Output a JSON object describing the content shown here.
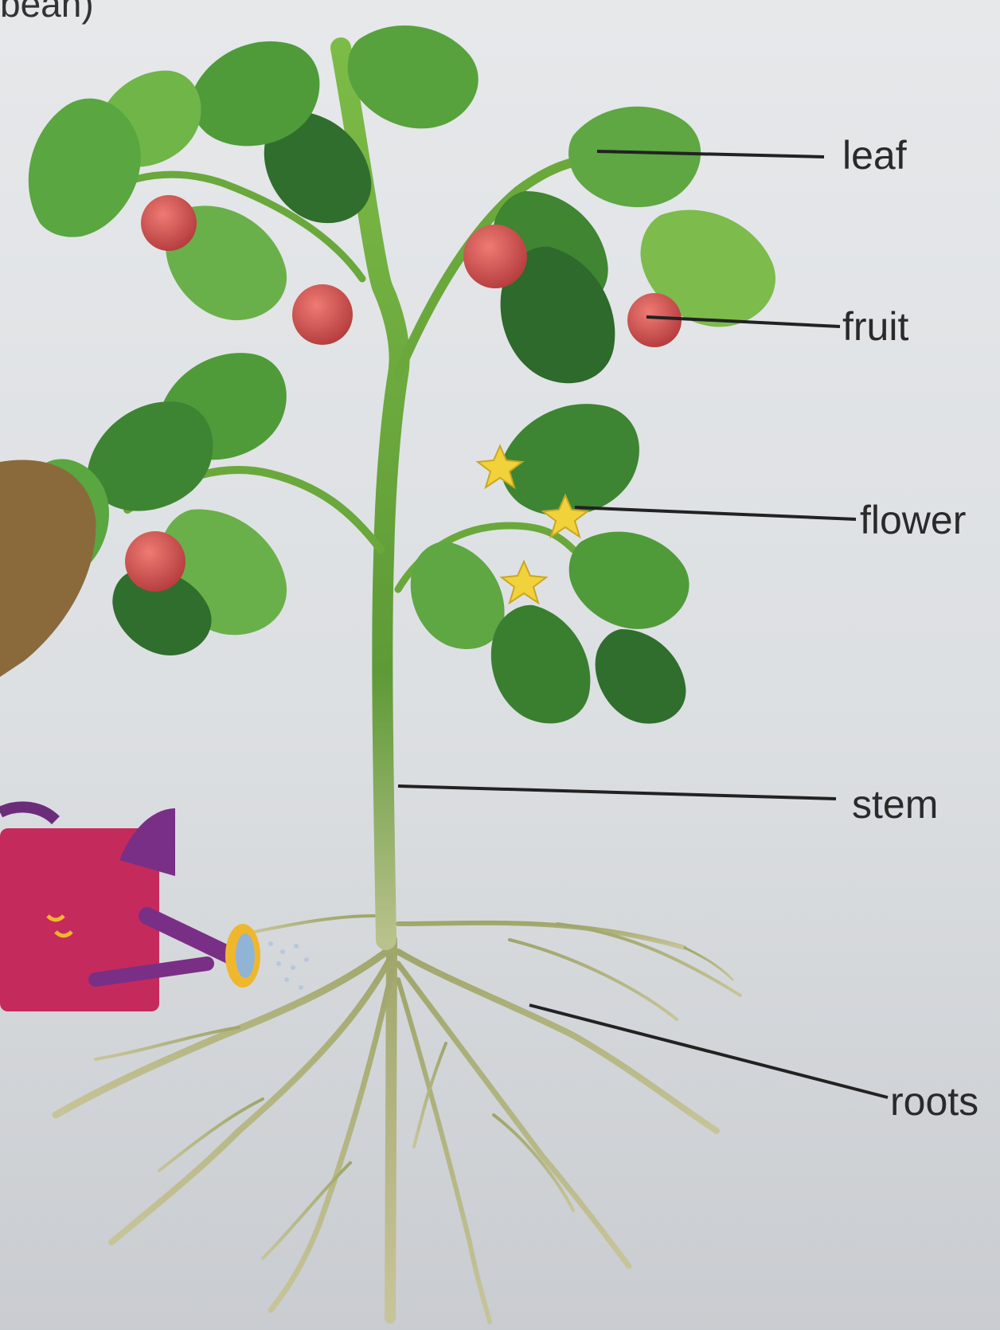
{
  "top_fragment": "bean)",
  "labels": {
    "leaf": "leaf",
    "fruit": "fruit",
    "flower": "flower",
    "stem": "stem",
    "roots": "roots"
  },
  "colors": {
    "leaf_light": "#6fb548",
    "leaf_dark": "#2f6e2c",
    "stem": "#6aa83c",
    "fruit": "#d24b4b",
    "flower": "#f1d23b",
    "roots": "#c8c49a",
    "watering_can": "#c52a5c",
    "label_line": "#222222"
  }
}
